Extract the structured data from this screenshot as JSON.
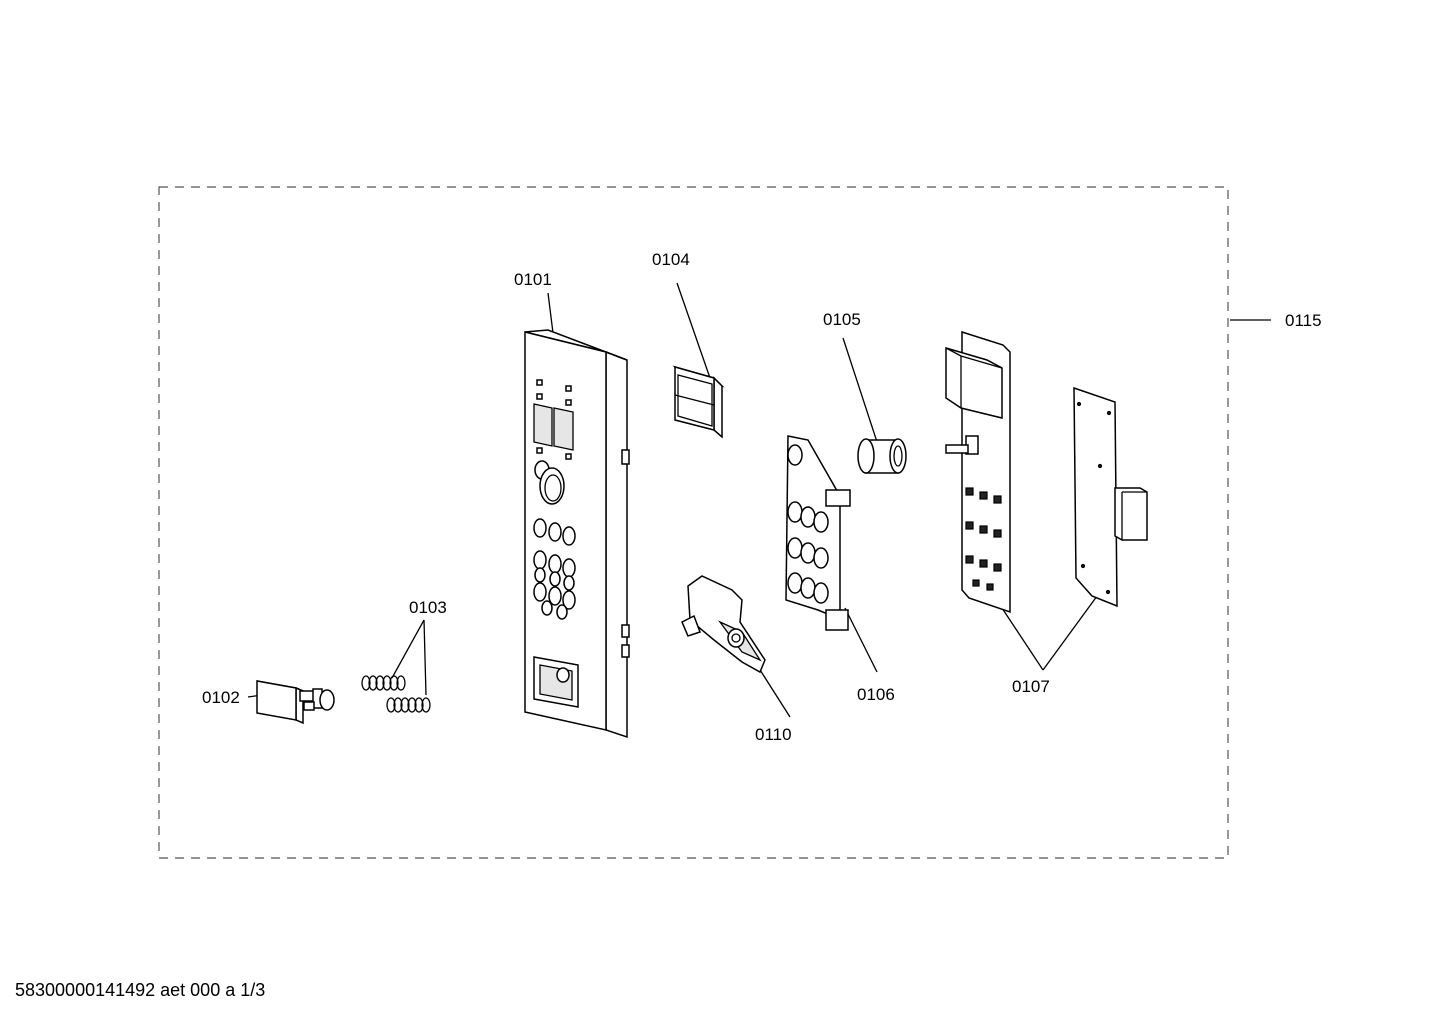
{
  "diagram": {
    "parts": [
      {
        "id": "p0101",
        "label": "0101"
      },
      {
        "id": "p0102",
        "label": "0102"
      },
      {
        "id": "p0103",
        "label": "0103"
      },
      {
        "id": "p0104",
        "label": "0104"
      },
      {
        "id": "p0105",
        "label": "0105"
      },
      {
        "id": "p0106",
        "label": "0106"
      },
      {
        "id": "p0107",
        "label": "0107"
      },
      {
        "id": "p0110",
        "label": "0110"
      },
      {
        "id": "p0115",
        "label": "0115"
      }
    ]
  },
  "footer": {
    "code": "58300000141492 aet 000 a 1/3"
  },
  "colors": {
    "line": "#000000",
    "background": "#ffffff",
    "fill_light": "#e6e6e6"
  }
}
